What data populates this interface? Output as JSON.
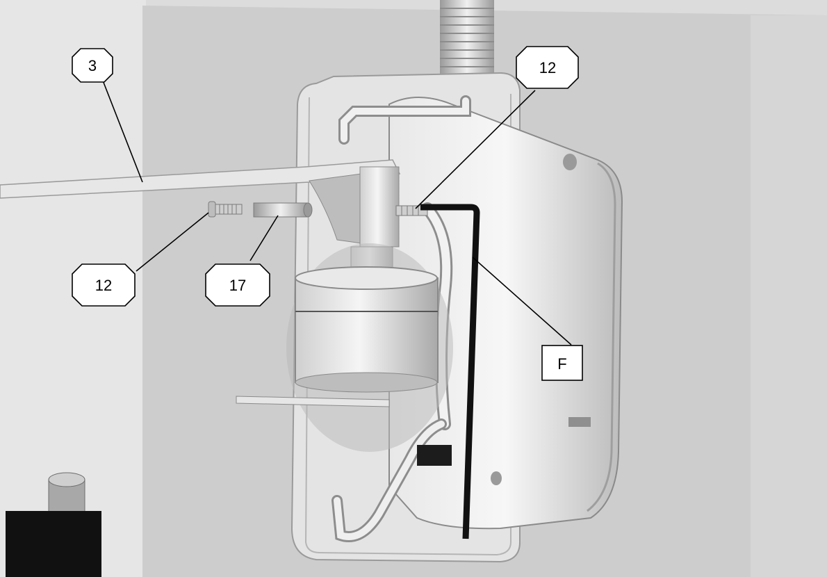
{
  "callouts": {
    "c3": "3",
    "c12_top": "12",
    "c12_left": "12",
    "c17": "17",
    "cF": "F"
  },
  "colors": {
    "background": "#d9d9d9",
    "panel": "#c9c9c9",
    "part_light": "#f2f2f2",
    "part_mid": "#bdbdbd",
    "part_dark": "#8a8a8a",
    "hex_key": "#111111",
    "leader": "#000000"
  }
}
